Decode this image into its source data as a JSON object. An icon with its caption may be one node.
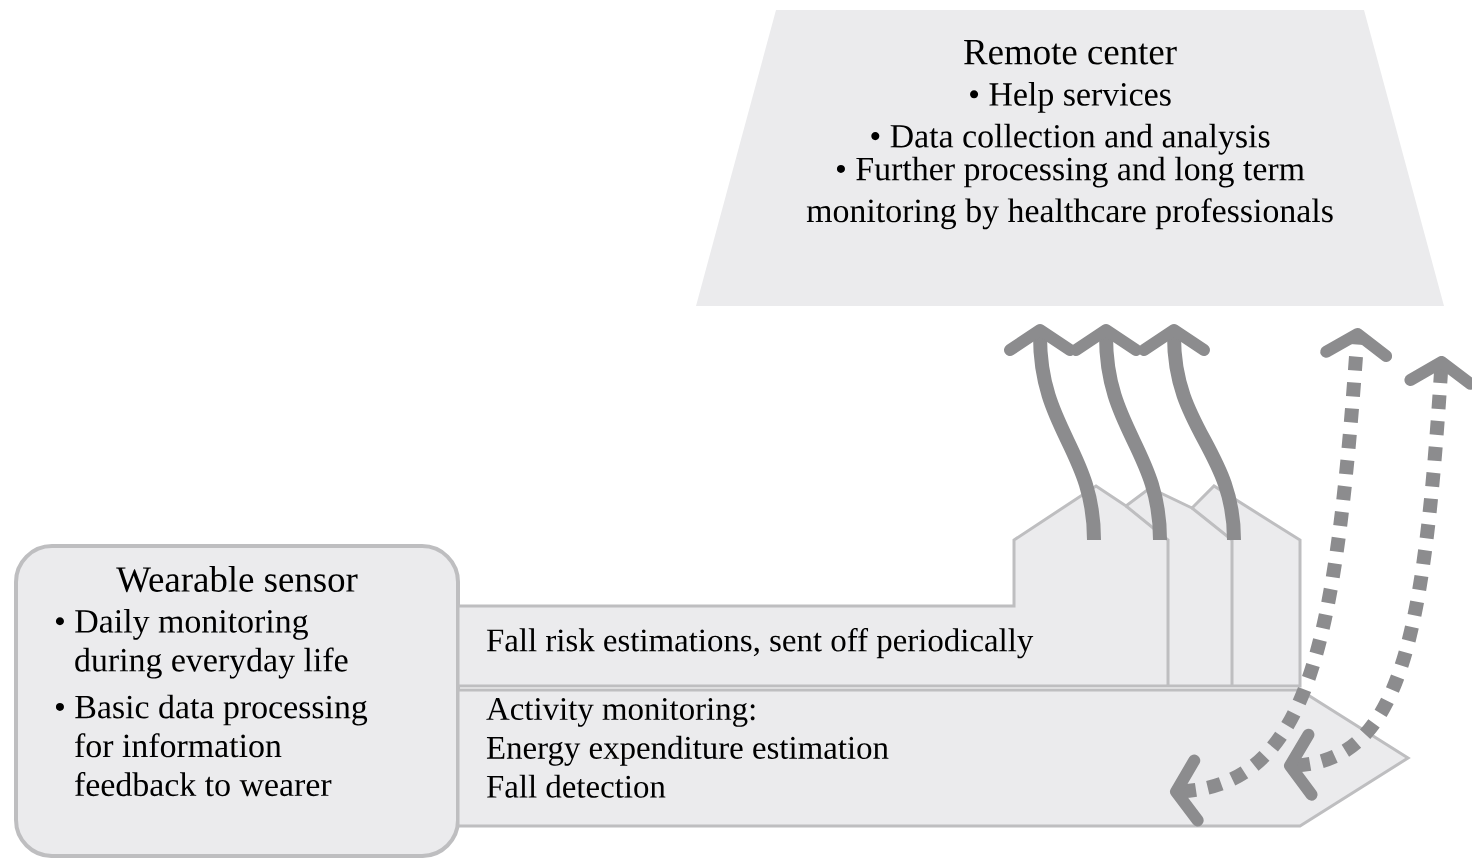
{
  "diagram": {
    "nodes": [
      {
        "text": [
          "Remote center",
          "• Help services",
          "• Data collection and analysis",
          "• Further processing and long term monitoring by healthcare professionals"
        ]
      },
      {
        "text": [
          "Wearable sensor",
          "• Daily monitoring during everyday life",
          "• Basic data processing for information feedback to wearer"
        ]
      },
      {
        "text": [
          "Fall risk estimations, sent off periodically"
        ]
      },
      {
        "text": [
          "Activity monitoring:",
          "Energy expenditure estimation",
          "Fall detection"
        ]
      }
    ],
    "edges": [
      {
        "from": 2,
        "to": 0,
        "arrow": "to"
      },
      {
        "from": 2,
        "to": 0,
        "arrow": "to"
      },
      {
        "from": 2,
        "to": 0,
        "arrow": "to"
      },
      {
        "from": 3,
        "to": 0,
        "arrow": "both",
        "style": "dashed"
      },
      {
        "from": 3,
        "to": 0,
        "arrow": "both",
        "style": "dashed"
      }
    ]
  }
}
